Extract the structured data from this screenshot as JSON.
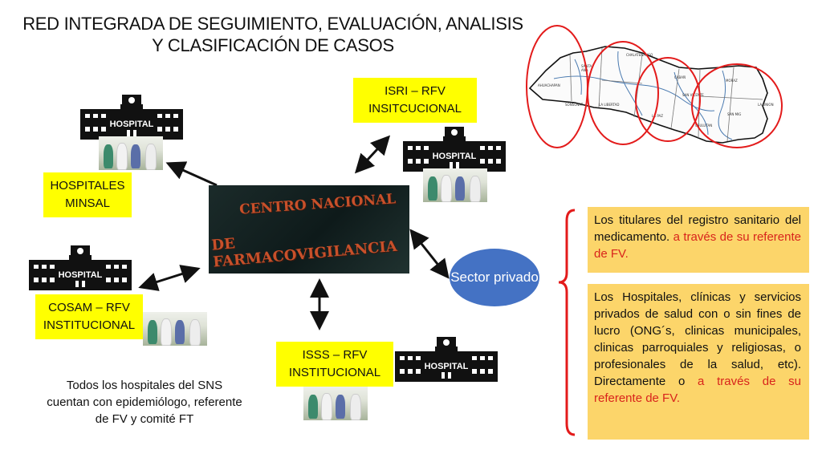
{
  "title": "RED  INTEGRADA DE SEGUIMIENTO, EVALUACIÓN, ANALISIS Y CLASIFICACIÓN DE CASOS",
  "boxes": {
    "isri": "ISRI – RFV INSITCUCIONAL",
    "hospitales": "HOSPITALES MINSAL",
    "cosam": "COSAM – RFV INSTITUCIONAL",
    "isss": "ISSS – RFV INSTITUCIONAL"
  },
  "center": {
    "line1": "CENTRO NACIONAL",
    "line2": "DE FARMACOVIGILANCIA"
  },
  "sector": "Sector privado",
  "private": {
    "titulares_text": "Los titulares del registro sanitario del medicamento.",
    "titulares_red": "a través de su referente de FV.",
    "hospitales_text": "Los Hospitales, clínicas y servicios privados de salud con o sin fines de lucro (ONG´s, clinicas municipales, clinicas parroquiales y religiosas, o profesionales de la salud, etc). Directamente o",
    "hospitales_red": "a través de su referente de FV."
  },
  "note": "Todos los hospitales del SNS cuentan con epidemiólogo, referente de FV y comité FT",
  "hospital_sign": "HOSPITAL",
  "map_labels": [
    "CHALATENANGO",
    "SANTA ANA",
    "AHUACHAPAN",
    "SONSONATE",
    "LA LIBERTAD",
    "CABAÑAS",
    "SAN VICENTE",
    "LA PAZ",
    "MORAZAN",
    "SAN MIGUEL",
    "USULUTAN",
    "LA UNION"
  ],
  "colors": {
    "yellow": "#ffff00",
    "orange": "#fcd56a",
    "red_text": "#d8241c",
    "sector_blue": "#4472c4",
    "map_circle": "#e31b1b",
    "bracket": "#e31b1b"
  }
}
